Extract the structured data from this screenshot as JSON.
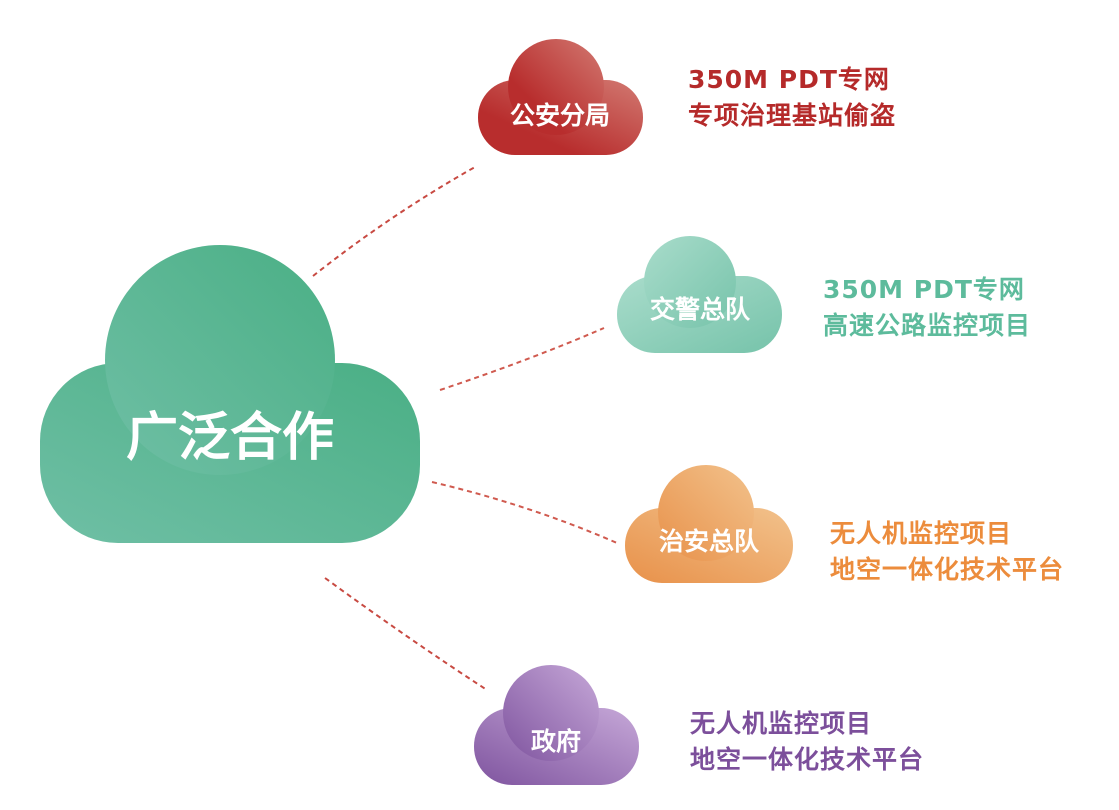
{
  "center": {
    "label": "广泛合作",
    "color_from": "#6fbfa5",
    "color_to": "#4aaf85"
  },
  "partners": [
    {
      "label": "公安分局",
      "desc_line1": "350M PDT专网",
      "desc_line2": "专项治理基站偷盗",
      "color_from": "#d27a72",
      "color_to": "#b82d2d",
      "text_color": "#b52a2a",
      "line_color": "#c84a42"
    },
    {
      "label": "交警总队",
      "desc_line1": "350M PDT专网",
      "desc_line2": "高速公路监控项目",
      "color_from": "#a9dccb",
      "color_to": "#76c3aa",
      "text_color": "#5dbb9c",
      "line_color": "#d05a4f"
    },
    {
      "label": "治安总队",
      "desc_line1": "无人机监控项目",
      "desc_line2": "地空一体化技术平台",
      "color_from": "#f2c28c",
      "color_to": "#e8914a",
      "text_color": "#ec8c3c",
      "line_color": "#d05a4f"
    },
    {
      "label": "政府",
      "desc_line1": "无人机监控项目",
      "desc_line2": "地空一体化技术平台",
      "color_from": "#c6a8d8",
      "color_to": "#7f549f",
      "text_color": "#7c4f9b",
      "line_color": "#c84a42"
    }
  ]
}
